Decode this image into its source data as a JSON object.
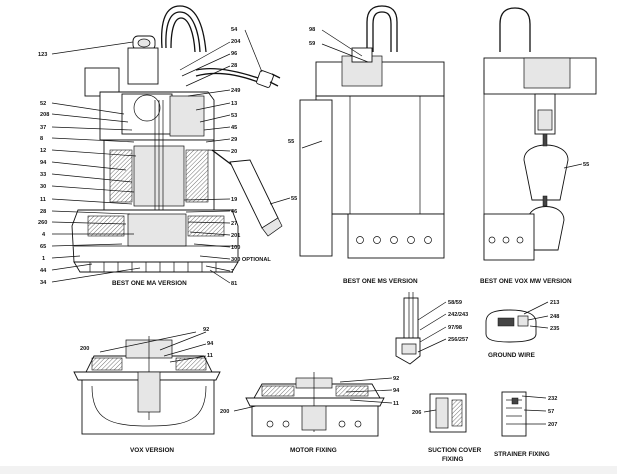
{
  "views": {
    "ma": {
      "caption": "BEST ONE MA VERSION",
      "labels": [
        "123",
        "204",
        "96",
        "28",
        "54",
        "52",
        "208",
        "37",
        "8",
        "12",
        "94",
        "33",
        "30",
        "11",
        "28",
        "260",
        "4",
        "65",
        "1",
        "44",
        "34",
        "249",
        "13",
        "53",
        "45",
        "29",
        "20",
        "55",
        "19",
        "46",
        "27",
        "201",
        "100",
        "300 OPTIONAL",
        "7",
        "81"
      ]
    },
    "ms": {
      "caption": "BEST ONE MS VERSION",
      "labels": [
        "98",
        "59",
        "55"
      ]
    },
    "mw": {
      "caption": "BEST ONE VOX MW VERSION",
      "labels": [
        "55"
      ]
    },
    "vox": {
      "caption": "VOX VERSION",
      "labels": [
        "200",
        "92",
        "94",
        "11"
      ]
    },
    "motor": {
      "caption": "MOTOR FIXING",
      "labels": [
        "200",
        "92",
        "94",
        "11"
      ]
    },
    "cable": {
      "labels": [
        "58/59",
        "242/243",
        "97/98",
        "256/257"
      ]
    },
    "ground": {
      "caption": "GROUND WIRE",
      "labels": [
        "213",
        "248",
        "235"
      ]
    },
    "suction": {
      "caption": "SUCTION COVER FIXING",
      "caption_line1": "SUCTION COVER",
      "caption_line2": "FIXING",
      "labels": [
        "206"
      ]
    },
    "strainer": {
      "caption": "STRAINER FIXING",
      "labels": [
        "232",
        "57",
        "207"
      ]
    }
  }
}
